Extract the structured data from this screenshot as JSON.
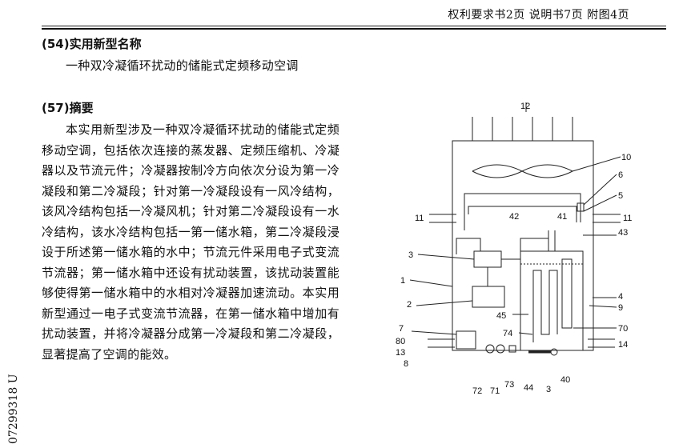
{
  "header": {
    "pages": "权利要求书2页    说明书7页    附图4页"
  },
  "section54": {
    "heading": "(54)实用新型名称",
    "title_text": "一种双冷凝循环扰动的储能式定频移动空调"
  },
  "section57": {
    "heading": "(57)摘要",
    "abstract": "本实用新型涉及一种双冷凝循环扰动的储能式定频移动空调，包括依次连接的蒸发器、定频压缩机、冷凝器以及节流元件；冷凝器按制冷方向依次分设为第一冷凝段和第二冷凝段；针对第一冷凝段设有一风冷结构，该风冷结构包括一冷凝风机；针对第二冷凝段设有一水冷结构，该水冷结构包括一第一储水箱，第二冷凝段浸设于所述第一储水箱的水中；节流元件采用电子式变流节流器；第一储水箱中还设有扰动装置，该扰动装置能够使得第一储水箱中的水相对冷凝器加速流动。本实用新型通过一电子式变流节流器，在第一储水箱中增加有扰动装置，并将冷凝器分成第一冷凝段和第二冷凝段，显著提高了空调的能效。"
  },
  "side_code": "07299318 U",
  "figure": {
    "labels": {
      "l12": "12",
      "l10": "10",
      "l6": "6",
      "l5": "5",
      "l11a": "11",
      "l11b": "11",
      "l42": "42",
      "l41": "41",
      "l43": "43",
      "l3a": "3",
      "l1": "1",
      "l2": "2",
      "l4": "4",
      "l9": "9",
      "l45": "45",
      "l7": "7",
      "l74": "74",
      "l70": "70",
      "l80": "80",
      "l13": "13",
      "l14": "14",
      "l8": "8",
      "l72": "72",
      "l71": "71",
      "l73": "73",
      "l44": "44",
      "l3b": "3",
      "l40": "40"
    }
  }
}
